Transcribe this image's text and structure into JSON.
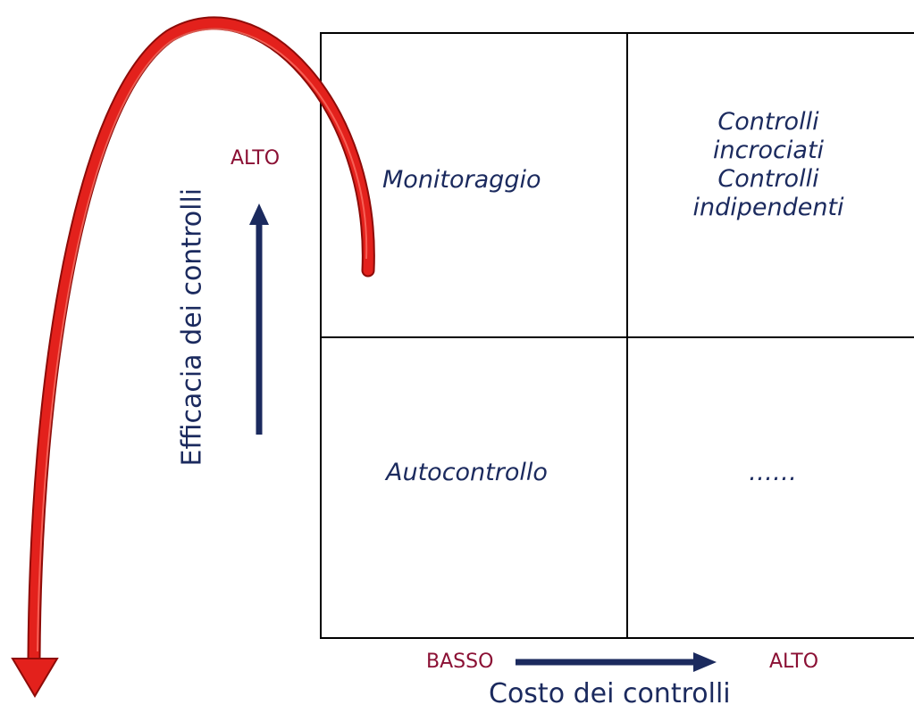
{
  "matrix": {
    "top_left": "Monitoraggio",
    "top_right_lines": [
      "Controlli",
      "incrociati",
      "Controlli",
      "indipendenti"
    ],
    "bottom_left": "Autocontrollo",
    "bottom_right": "……"
  },
  "y_axis": {
    "title": "Efficacia dei controlli",
    "high_label": "ALTO"
  },
  "x_axis": {
    "title": "Costo dei controlli",
    "low_label": "BASSO",
    "high_label": "ALTO"
  },
  "colors": {
    "navy": "#1b2a5e",
    "red_label": "#8b1034",
    "curve": "#e3211c"
  }
}
